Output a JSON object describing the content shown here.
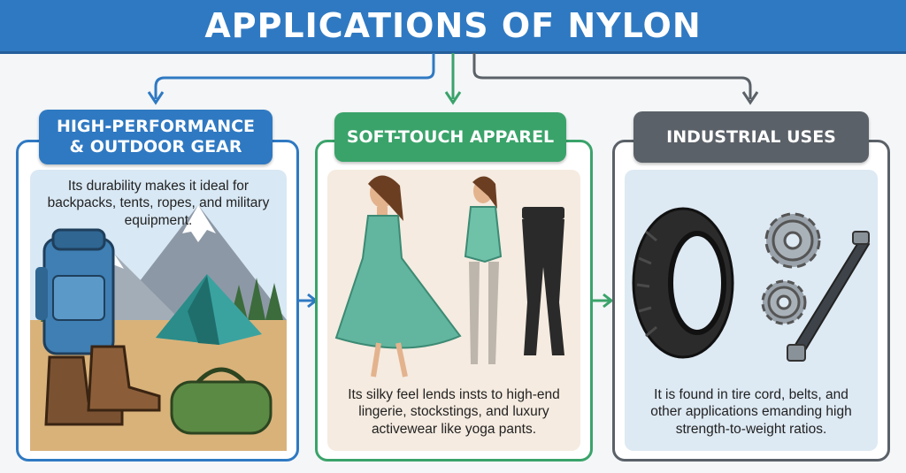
{
  "title": "APPLICATIONS OF NYLON",
  "panels": [
    {
      "heading_line1": "HIGH-PERFORMANCE",
      "heading_line2": "& OUTDOOR GEAR",
      "description": "Its durability makes it ideal for backpacks, tents, ropes, and military equipment.",
      "color": "#2f79c2"
    },
    {
      "heading": "SOFT-TOUCH APPAREL",
      "description_line1": "Its silky feel lends insts to high-end",
      "description_line2": "lingerie, stockstings, and luxury",
      "description_line3": "activewear like yoga pants.",
      "color": "#3aa36a"
    },
    {
      "heading": "INDUSTRIAL USES",
      "description_line1": "It is found in tire cord, belts, and",
      "description_line2": "other applications emanding high",
      "description_line3": "strength-to-weight ratios.",
      "color": "#5b6168"
    }
  ],
  "icons": [
    "backpack-icon",
    "tent-icon",
    "boots-icon",
    "duffel-bag-icon",
    "mountain-icon",
    "dress-icon",
    "bodysuit-icon",
    "leggings-icon",
    "tire-icon",
    "gear-icon",
    "belt-icon"
  ]
}
